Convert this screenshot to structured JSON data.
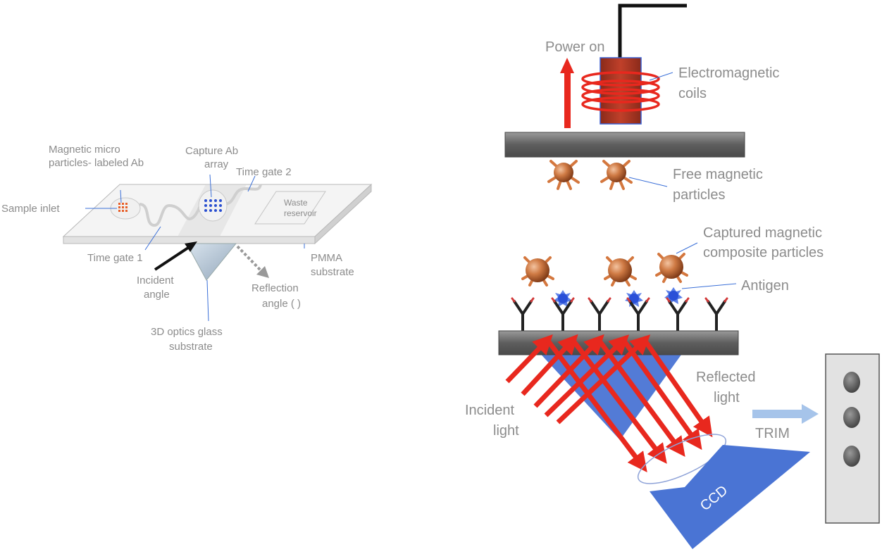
{
  "left_chip": {
    "magnetic_label_1": "Magnetic micro",
    "magnetic_label_2": "particles- labeled Ab",
    "capture_label_1": "Capture Ab",
    "capture_label_2": "array",
    "time_gate_2": "Time gate 2",
    "sample_inlet": "Sample inlet",
    "waste_1": "Waste",
    "waste_2": "reservoir",
    "time_gate_1": "Time gate 1",
    "pmma_1": "PMMA",
    "pmma_2": "substrate",
    "incident_1": "Incident",
    "incident_2": "angle",
    "reflection_1": "Reflection",
    "reflection_2": "angle (   )",
    "glass_1": "3D optics glass",
    "glass_2": "substrate"
  },
  "right_diagram": {
    "power_on": "Power on",
    "coils_1": "Electromagnetic",
    "coils_2": "coils",
    "free_1": "Free magnetic",
    "free_2": "particles",
    "captured_1": "Captured magnetic",
    "captured_2": "composite particles",
    "antigen": "Antigen",
    "reflected_1": "Reflected",
    "reflected_2": "light",
    "incident_1": "Incident",
    "incident_2": "light",
    "trim": "TRIM",
    "ccd": "CCD"
  },
  "colors": {
    "label_gray": "#8c8c8c",
    "laser_red": "#e8281e",
    "prism_blue": "#4a74d4",
    "plate_gray": "#6a6a6a",
    "particle_orange": "#c86a32",
    "antigen_blue": "#2a50d8"
  }
}
